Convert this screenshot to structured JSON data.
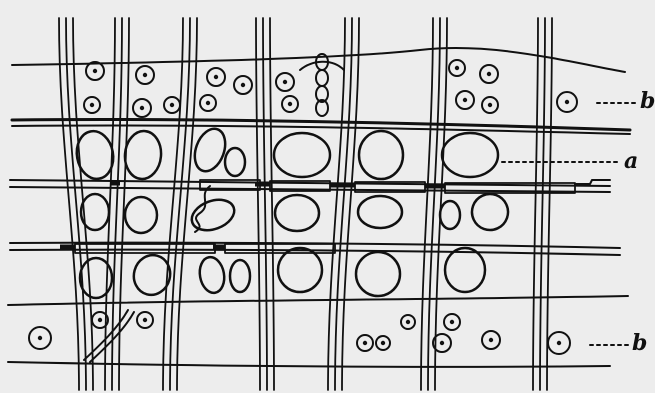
{
  "figure": {
    "labels": {
      "b_top": "b",
      "a_mid": "a",
      "b_bottom": "b"
    },
    "colors": {
      "ink": "#111111",
      "paper": "#ededed"
    }
  }
}
